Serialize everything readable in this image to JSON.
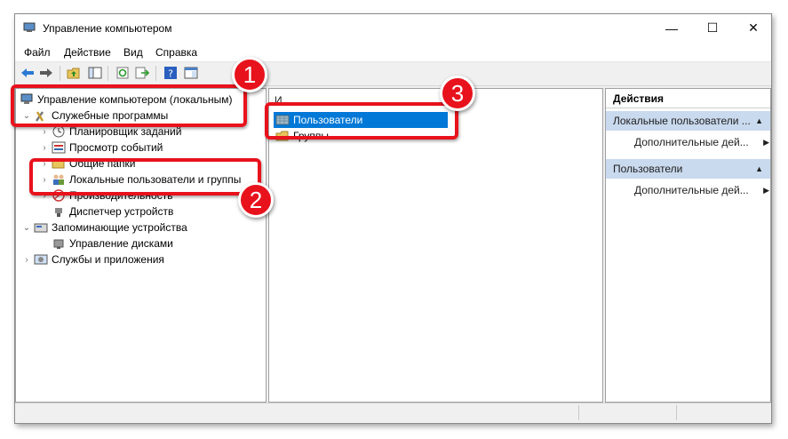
{
  "window": {
    "title": "Управление компьютером",
    "controls": {
      "minimize": "—",
      "maximize": "☐",
      "close": "✕"
    }
  },
  "menu": [
    "Файл",
    "Действие",
    "Вид",
    "Справка"
  ],
  "toolbar": {
    "icons": [
      "back-icon",
      "forward-icon",
      "up-folder-icon",
      "show-hide-tree-icon",
      "refresh-icon",
      "export-icon",
      "help-icon",
      "properties-icon"
    ]
  },
  "tree": {
    "root": "Управление компьютером (локальным)",
    "system_tools": "Служебные программы",
    "task_scheduler": "Планировщик заданий",
    "event_viewer": "Просмотр событий",
    "shared_folders": "Общие папки",
    "local_users": "Локальные пользователи и группы",
    "performance": "Производительность",
    "device_manager": "Диспетчер устройств",
    "storage": "Запоминающие устройства",
    "disk_management": "Управление дисками",
    "services": "Службы и приложения"
  },
  "content": {
    "header": "И...",
    "items": [
      "Пользователи",
      "Группы"
    ]
  },
  "actions": {
    "title": "Действия",
    "sections": [
      {
        "label": "Локальные пользователи ...",
        "item": "Дополнительные дей..."
      },
      {
        "label": "Пользователи",
        "item": "Дополнительные дей..."
      }
    ]
  },
  "annotations": [
    "1",
    "2",
    "3"
  ],
  "colors": {
    "highlight": "#0078d7",
    "annotation": "#e8121c",
    "section_bg": "#c9d9ee"
  }
}
